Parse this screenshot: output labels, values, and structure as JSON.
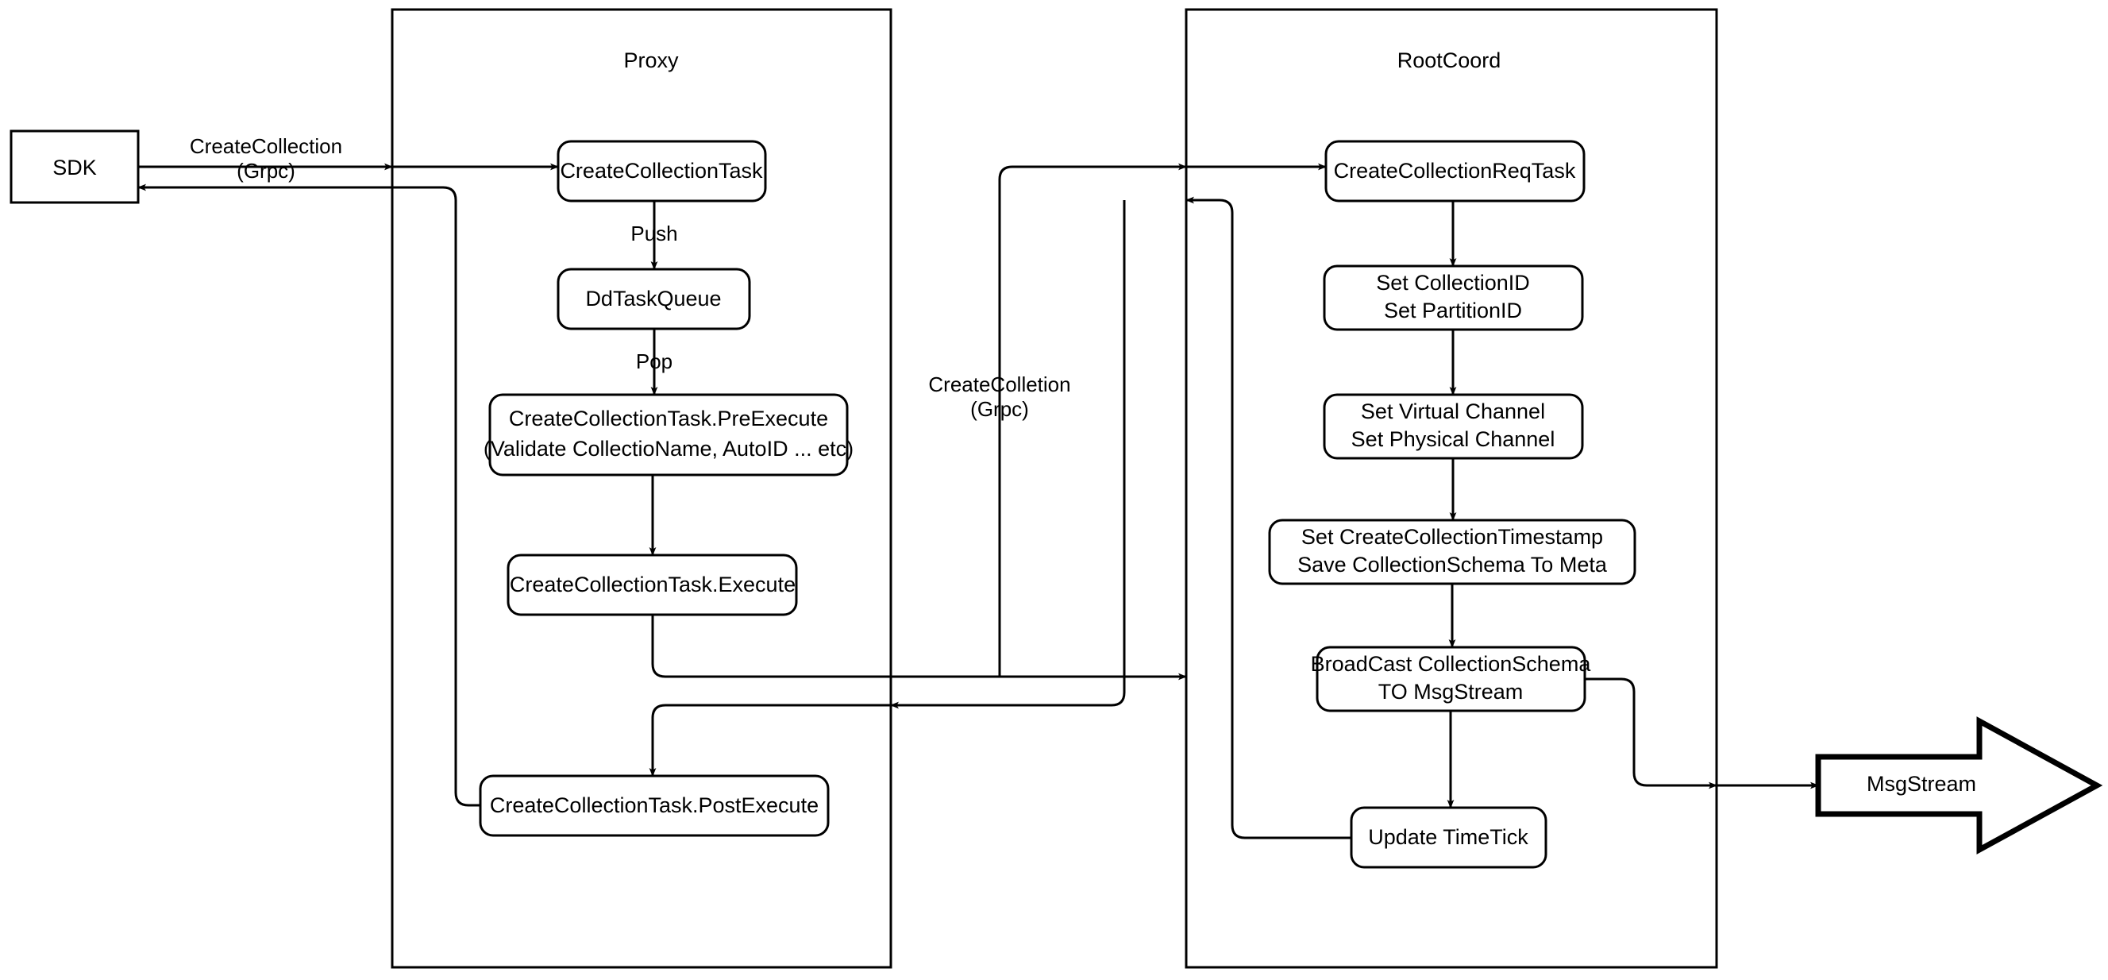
{
  "diagram": {
    "title": "CreateCollection flow",
    "background": "#ffffff",
    "stroke_color": "#000000",
    "fill_color": "#ffffff"
  },
  "containers": [
    {
      "id": "proxy",
      "title": "Proxy"
    },
    {
      "id": "rootcoord",
      "title": "RootCoord"
    }
  ],
  "external_nodes": [
    {
      "id": "sdk",
      "label": "SDK",
      "shape": "rect"
    },
    {
      "id": "msgstream",
      "label": "MsgStream",
      "shape": "block-arrow"
    }
  ],
  "proxy_nodes": [
    {
      "id": "create-collection-task",
      "line1": "CreateCollectionTask",
      "line2": ""
    },
    {
      "id": "dd-task-queue",
      "line1": "DdTaskQueue",
      "line2": ""
    },
    {
      "id": "pre-execute",
      "line1": "CreateCollectionTask.PreExecute",
      "line2": "(Validate CollectioName, AutoID ... etc)"
    },
    {
      "id": "execute",
      "line1": "CreateCollectionTask.Execute",
      "line2": ""
    },
    {
      "id": "post-execute",
      "line1": "CreateCollectionTask.PostExecute",
      "line2": ""
    }
  ],
  "rootcoord_nodes": [
    {
      "id": "create-collection-req-task",
      "line1": "CreateCollectionReqTask",
      "line2": ""
    },
    {
      "id": "set-ids",
      "line1": "Set CollectionID",
      "line2": "Set PartitionID"
    },
    {
      "id": "set-channels",
      "line1": "Set Virtual Channel",
      "line2": "Set Physical Channel"
    },
    {
      "id": "set-timestamp",
      "line1": "Set CreateCollectionTimestamp",
      "line2": "Save CollectionSchema To Meta"
    },
    {
      "id": "broadcast",
      "line1": "BroadCast CollectionSchema",
      "line2": "TO MsgStream"
    },
    {
      "id": "update-timetick",
      "line1": "Update TimeTick",
      "line2": ""
    }
  ],
  "edge_labels": {
    "sdk_to_proxy_line1": "CreateCollection",
    "sdk_to_proxy_line2": "(Grpc)",
    "push": "Push",
    "pop": "Pop",
    "proxy_to_rootcoord_line1": "CreateColletion",
    "proxy_to_rootcoord_line2": "(Grpc)"
  }
}
